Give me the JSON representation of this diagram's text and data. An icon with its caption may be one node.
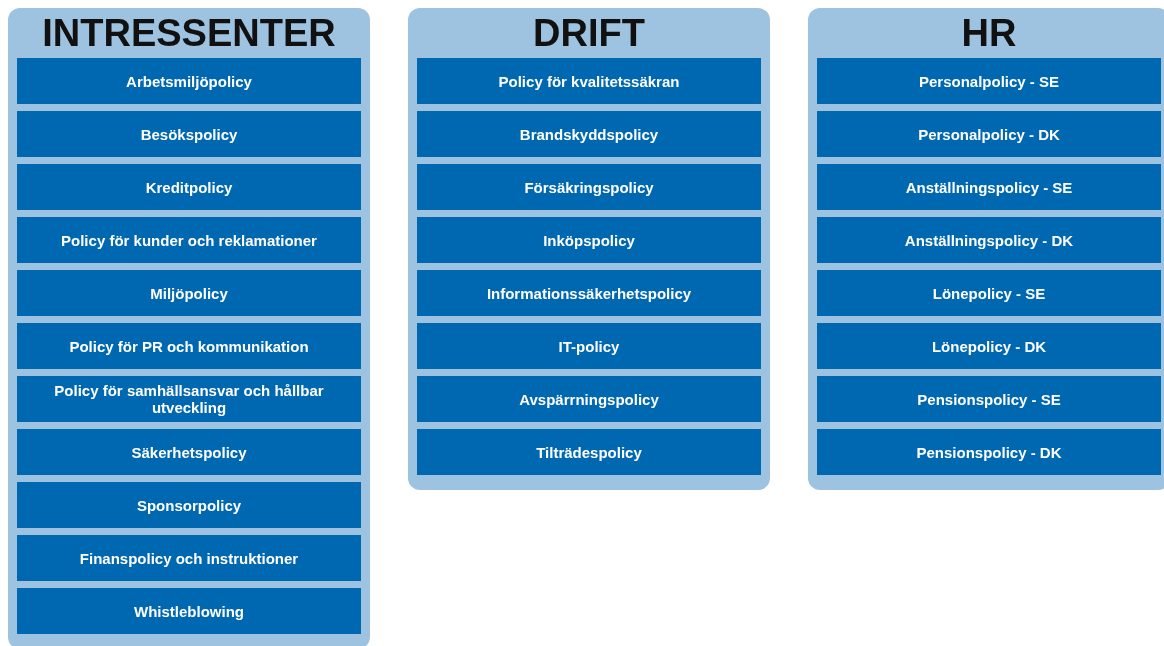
{
  "diagram": {
    "nodes": [
      {
        "text": [
          "INTRESSENTER"
        ]
      },
      {
        "text": [
          "Arbetsmiljöpolicy"
        ],
        "in": 0
      },
      {
        "text": [
          "Besökspolicy"
        ],
        "in": 0
      },
      {
        "text": [
          "Kreditpolicy"
        ],
        "in": 0
      },
      {
        "text": [
          "Policy för kunder och reklamationer"
        ],
        "in": 0
      },
      {
        "text": [
          "Miljöpolicy"
        ],
        "in": 0
      },
      {
        "text": [
          "Policy för PR och kommunikation"
        ],
        "in": 0
      },
      {
        "text": [
          "Policy för samhällsansvar och hållbar utveckling"
        ],
        "in": 0
      },
      {
        "text": [
          "Säkerhetspolicy"
        ],
        "in": 0
      },
      {
        "text": [
          "Sponsorpolicy"
        ],
        "in": 0
      },
      {
        "text": [
          "Finanspolicy och instruktioner"
        ],
        "in": 0
      },
      {
        "text": [
          "Whistleblowing"
        ],
        "in": 0
      },
      {
        "text": [
          "DRIFT"
        ]
      },
      {
        "text": [
          "Policy för kvalitetssäkran"
        ],
        "in": 12
      },
      {
        "text": [
          "Brandskyddspolicy"
        ],
        "in": 12
      },
      {
        "text": [
          "Försäkringspolicy"
        ],
        "in": 12
      },
      {
        "text": [
          "Inköpspolicy"
        ],
        "in": 12
      },
      {
        "text": [
          "Informationssäkerhetspolicy"
        ],
        "in": 12
      },
      {
        "text": [
          "IT-policy"
        ],
        "in": 12
      },
      {
        "text": [
          "Avspärrningspolicy"
        ],
        "in": 12
      },
      {
        "text": [
          "Tilträdespolicy"
        ],
        "in": 12
      },
      {
        "text": [
          "HR"
        ]
      },
      {
        "text": [
          "Personalpolicy - SE"
        ],
        "in": 21
      },
      {
        "text": [
          "Personalpolicy - DK"
        ],
        "in": 21
      },
      {
        "text": [
          "Anställningspolicy - SE"
        ],
        "in": 21
      },
      {
        "text": [
          "Anställningspolicy - DK"
        ],
        "in": 21
      },
      {
        "text": [
          "Lönepolicy - SE"
        ],
        "in": 21
      },
      {
        "text": [
          "Lönepolicy - DK"
        ],
        "in": 21
      },
      {
        "text": [
          "Pensionspolicy - SE"
        ],
        "in": 21
      },
      {
        "text": [
          "Pensionspolicy - DK"
        ],
        "in": 21
      }
    ]
  }
}
